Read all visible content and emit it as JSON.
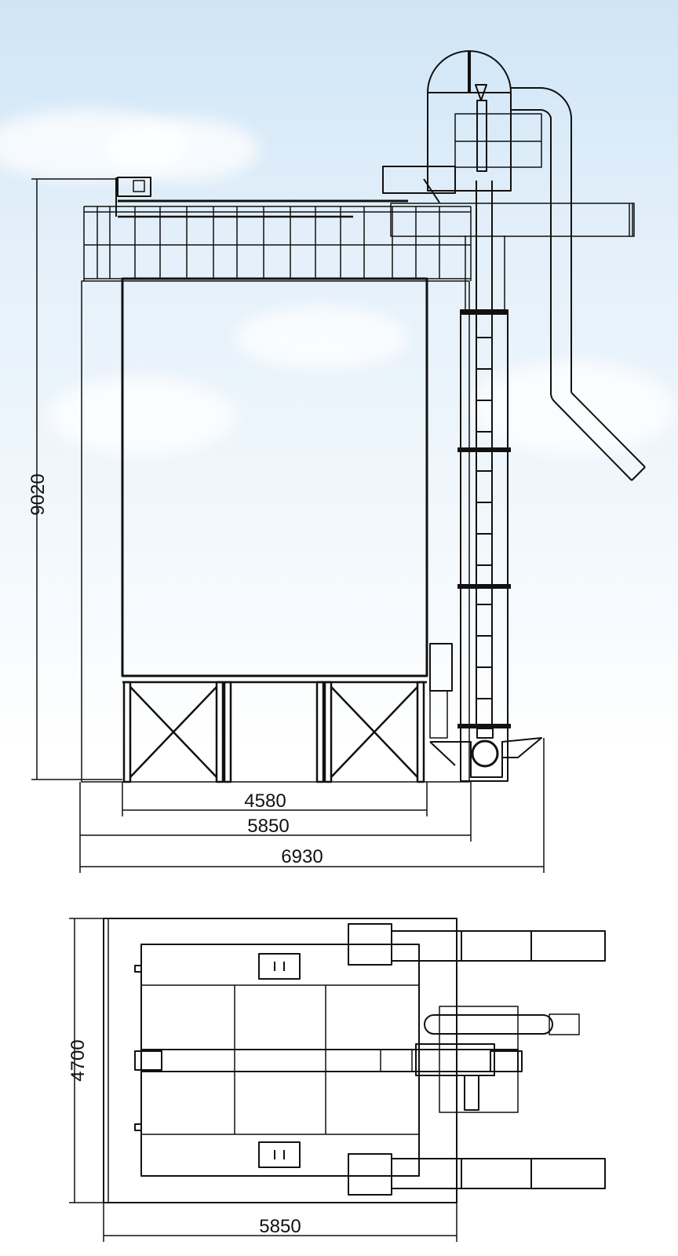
{
  "elevation_view": {
    "height_dimension": "9020",
    "width_dimensions": [
      "4580",
      "5850",
      "6930"
    ]
  },
  "plan_view": {
    "height_dimension": "4700",
    "width_dimension": "5850"
  }
}
